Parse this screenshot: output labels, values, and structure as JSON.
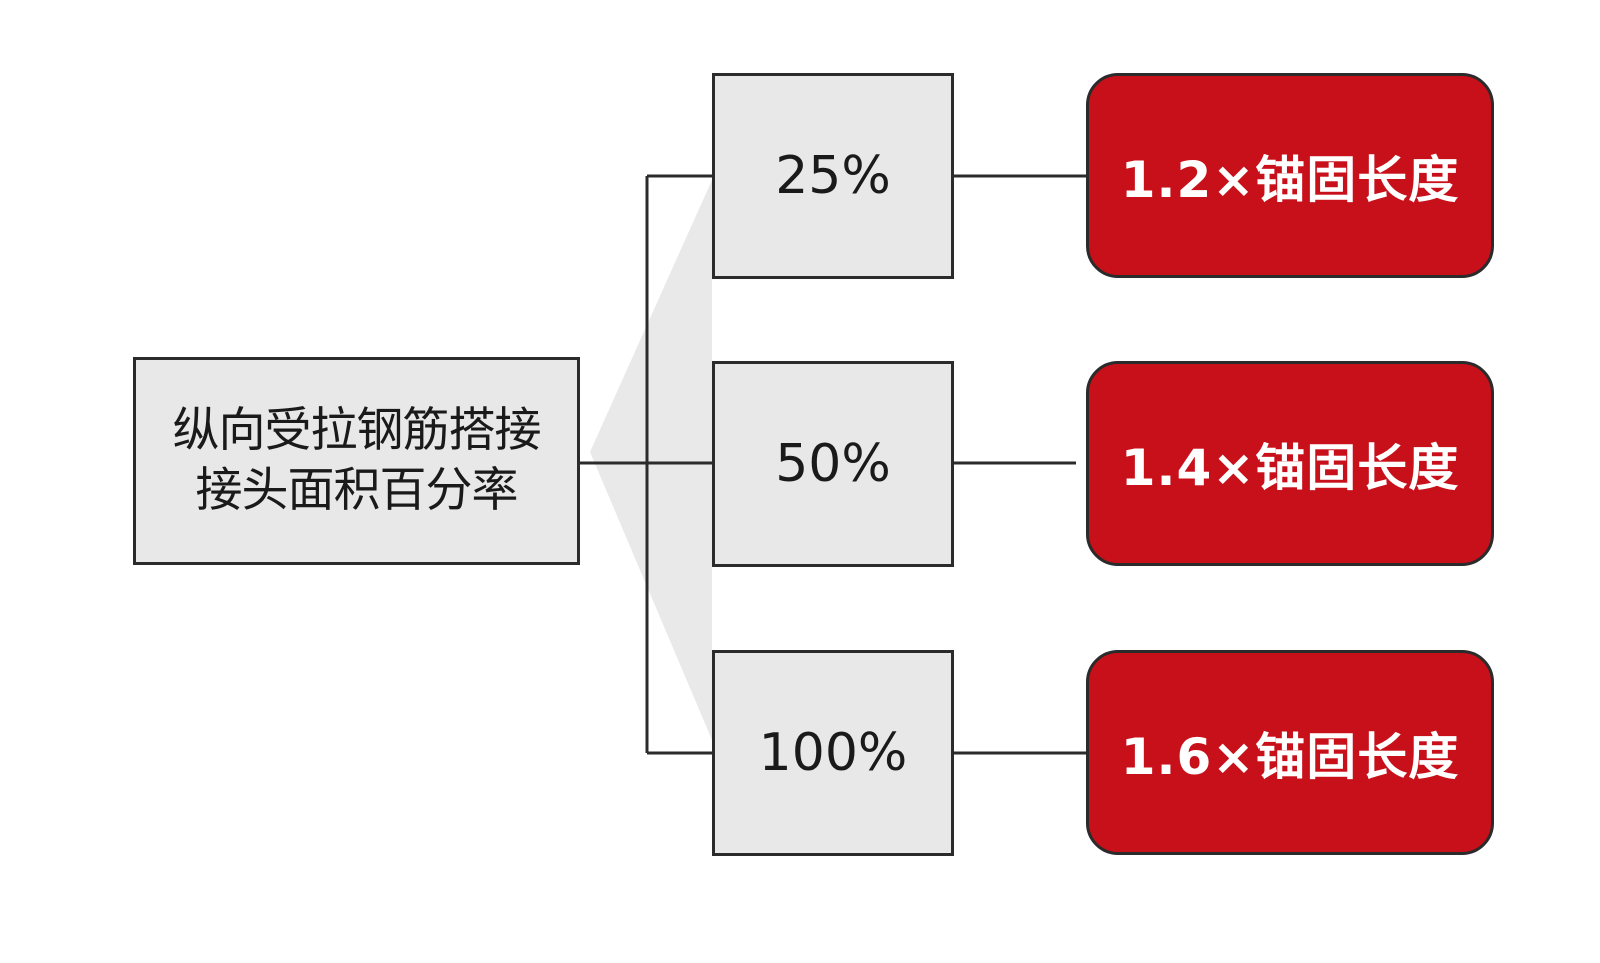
{
  "root": {
    "line1": "纵向受拉钢筋搭接",
    "line2": "接头面积百分率"
  },
  "branches": [
    {
      "percentage": "25%",
      "result": "1.2×锚固长度"
    },
    {
      "percentage": "50%",
      "result": "1.4×锚固长度"
    },
    {
      "percentage": "100%",
      "result": "1.6×锚固长度"
    }
  ],
  "colors": {
    "box_fill": "#e8e8e8",
    "result_fill": "#c8101a",
    "line": "#2b2b2b",
    "shadow": "#e6e6e6"
  }
}
